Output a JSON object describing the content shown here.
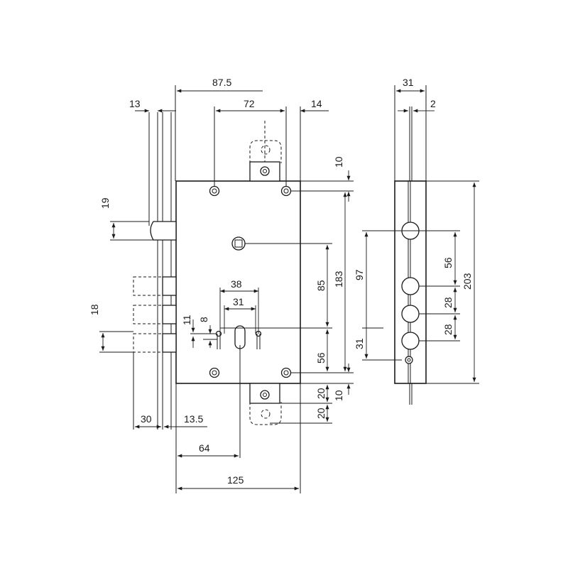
{
  "front_view": {
    "dimensions": {
      "backset_width": "87.5",
      "mount_spacing_72": "72",
      "faceplate_13": "13",
      "offset_14": "14",
      "top_10": "10",
      "bottom_10": "10",
      "latch_19": "19",
      "bolt_18": "18",
      "height_183": "183",
      "spindle_85": "85",
      "cyl_38": "38",
      "cyl_31": "31",
      "cyl_11": "11",
      "cyl_8": "8",
      "lower_56": "56",
      "tab_20_a": "20",
      "tab_20_b": "20",
      "bolt_throw_30": "30",
      "front_13_5": "13.5",
      "cyl_center_64": "64",
      "case_width_125": "125"
    }
  },
  "side_view": {
    "dimensions": {
      "thickness_31": "31",
      "plate_2": "2",
      "hole_56": "56",
      "hole_97": "97",
      "overall_203": "203",
      "pitch_28_a": "28",
      "pitch_28_b": "28",
      "bottom_31": "31"
    }
  }
}
